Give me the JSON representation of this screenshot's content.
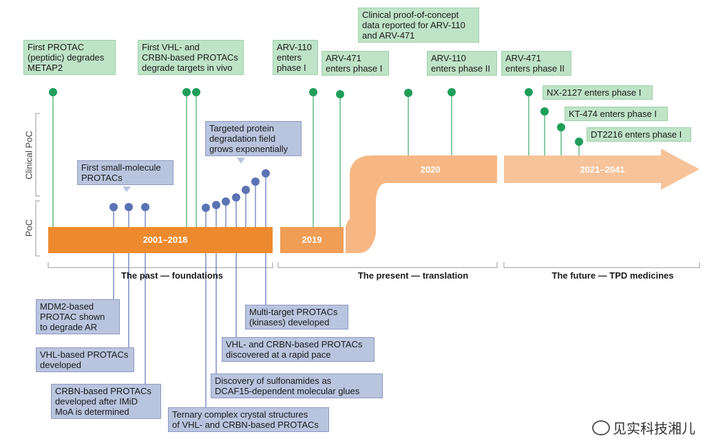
{
  "axis": {
    "clinical": "Clinical PoC",
    "poc": "PoC"
  },
  "periods": {
    "past": "2001–2018",
    "y2019": "2019",
    "y2020": "2020",
    "future": "2021–2041"
  },
  "eras": {
    "past": "The past — foundations",
    "present": "The present — translation",
    "future": "The future — TPD medicines"
  },
  "green_events": [
    "First PROTAC\n(peptidic) degrades\nMETAP2",
    "First VHL- and\nCRBN-based PROTACs\ndegrade targets in vivo",
    "ARV-110\nenters\nphase I",
    "ARV-471\nenters phase I",
    "Clinical proof-of-concept\ndata reported for ARV-110\nand ARV-471",
    "ARV-110\nenters phase II",
    "ARV-471\nenters phase II",
    "NX-2127 enters phase I",
    "KT-474 enters phase I",
    "DT2216 enters phase I"
  ],
  "blue_top": [
    "Targeted protein\ndegradation field\ngrows exponentially",
    "First small-molecule\nPROTACs"
  ],
  "blue_bottom": [
    "MDM2-based\nPROTAC shown\nto degrade AR",
    "VHL-based PROTACs\ndeveloped",
    "CRBN-based PROTACs\ndeveloped after IMiD\nMoA is determined",
    "Ternary complex crystal structures\nof VHL- and CRBN-based PROTACs",
    "Discovery of sulfonamides as\nDCAF15-dependent molecular glues",
    "VHL- and CRBN-based PROTACs\ndiscovered at a rapid pace",
    "Multi-target PROTACs\n(kinases) developed"
  ],
  "watermark": "见实科技湘儿",
  "colors": {
    "bar_dark": "#ee8a2e",
    "bar_light": "#f6b784",
    "green_dot": "#1f9e5a",
    "green_box": "#bfe3c7",
    "blue_dot": "#5b73b4",
    "blue_box": "#b9c4de"
  }
}
